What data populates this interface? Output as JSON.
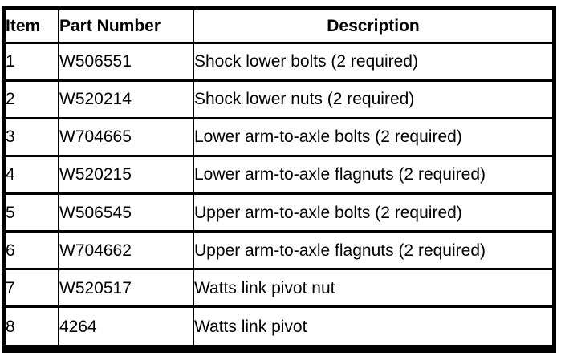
{
  "colors": {
    "border": "#000000",
    "text": "#000000",
    "background": "#ffffff"
  },
  "table": {
    "headers": [
      "Item",
      "Part Number",
      "Description"
    ],
    "rows": [
      {
        "item": "1",
        "part_number": "W506551",
        "description": "Shock lower bolts (2 required)"
      },
      {
        "item": "2",
        "part_number": "W520214",
        "description": "Shock lower nuts (2 required)"
      },
      {
        "item": "3",
        "part_number": "W704665",
        "description": "Lower arm-to-axle bolts (2 required)"
      },
      {
        "item": "4",
        "part_number": "W520215",
        "description": "Lower arm-to-axle flagnuts (2 required)"
      },
      {
        "item": "5",
        "part_number": "W506545",
        "description": "Upper arm-to-axle bolts (2 required)"
      },
      {
        "item": "6",
        "part_number": "W704662",
        "description": "Upper arm-to-axle flagnuts (2 required)"
      },
      {
        "item": "7",
        "part_number": "W520517",
        "description": "Watts link pivot nut"
      },
      {
        "item": "8",
        "part_number": "4264",
        "description": "Watts link pivot"
      }
    ]
  }
}
